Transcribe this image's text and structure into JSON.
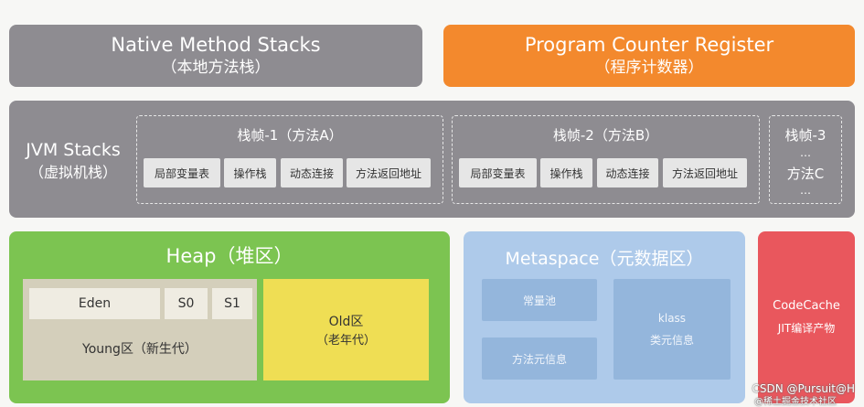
{
  "native_stacks": {
    "name": "Native Method Stacks",
    "cn": "（本地方法栈）"
  },
  "pc_register": {
    "name": "Program Counter Register",
    "cn": "（程序计数器）"
  },
  "jvm_stacks": {
    "name": "JVM Stacks",
    "cn": "（虚拟机栈）",
    "frames": [
      {
        "title": "栈帧-1（方法A）",
        "items": [
          "局部变量表",
          "操作栈",
          "动态连接",
          "方法返回地址"
        ]
      },
      {
        "title": "栈帧-2（方法B）",
        "items": [
          "局部变量表",
          "操作栈",
          "动态连接",
          "方法返回地址"
        ]
      },
      {
        "title": "栈帧-3",
        "dots1": "…",
        "method": "方法C",
        "dots2": "…"
      }
    ]
  },
  "heap": {
    "title": "Heap（堆区）",
    "eden": "Eden",
    "s0": "S0",
    "s1": "S1",
    "young": "Young区（新生代）",
    "old_title": "Old区",
    "old_sub": "（老年代）"
  },
  "metaspace": {
    "title": "Metaspace（元数据区）",
    "constant_pool": "常量池",
    "method_meta": "方法元信息",
    "klass": "klass",
    "class_meta": "类元信息"
  },
  "codecache": {
    "name": "CodeCache",
    "desc": "JIT编译产物"
  },
  "watermark": {
    "line1": "CSDN @Pursuit@H",
    "line2": "@稀土掘金技术社区"
  },
  "colors": {
    "gray": "#8e8c91",
    "orange": "#f3892d",
    "green": "#7cc451",
    "blue": "#aecaea",
    "red": "#e9575d",
    "yellow": "#efde54"
  }
}
